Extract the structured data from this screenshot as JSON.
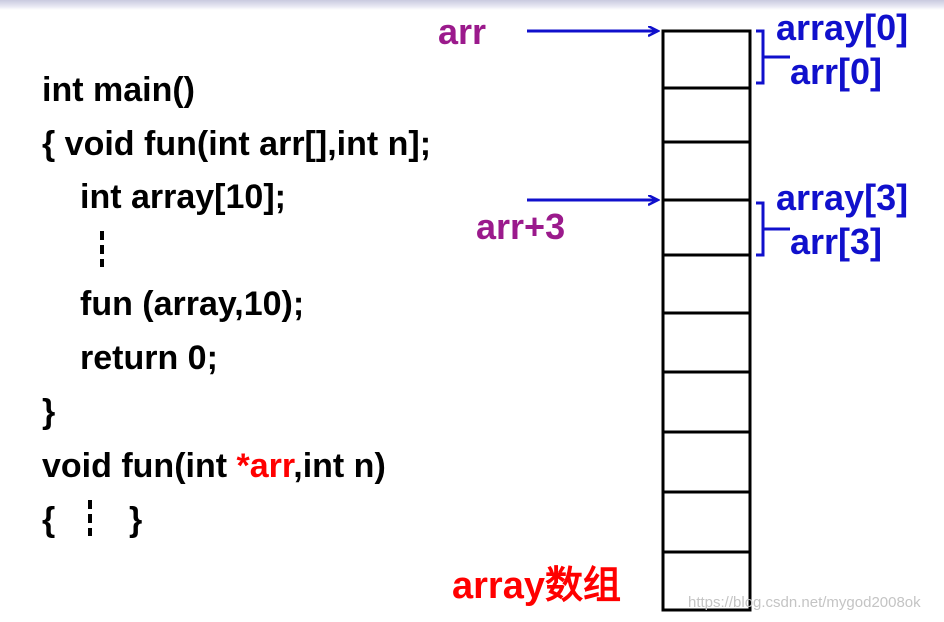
{
  "code": {
    "line1": "int main()",
    "line2": "{ void fun(int arr[],int n];",
    "line3": "int array[10];",
    "line5": "fun (array,10);",
    "line6": "return 0;",
    "line7": "}",
    "line8_prefix": "void fun(int ",
    "line8_highlight": "*arr",
    "line8_suffix": ",int n)",
    "line9_open": "{",
    "line9_close": "}"
  },
  "labels": {
    "arr_pointer": "arr",
    "arr_plus3_pointer": "arr+3",
    "array0": "array[0]",
    "arr0": "arr[0]",
    "array3": "array[3]",
    "arr3": "arr[3]",
    "array_title": "array数组"
  },
  "colors": {
    "pointer_label": "#9b1a8c",
    "element_label": "#1010cc",
    "arrow": "#1010cc",
    "highlight": "#ff0000"
  },
  "array": {
    "cell_count": 10
  },
  "watermark": "https://blog.csdn.net/mygod2008ok"
}
